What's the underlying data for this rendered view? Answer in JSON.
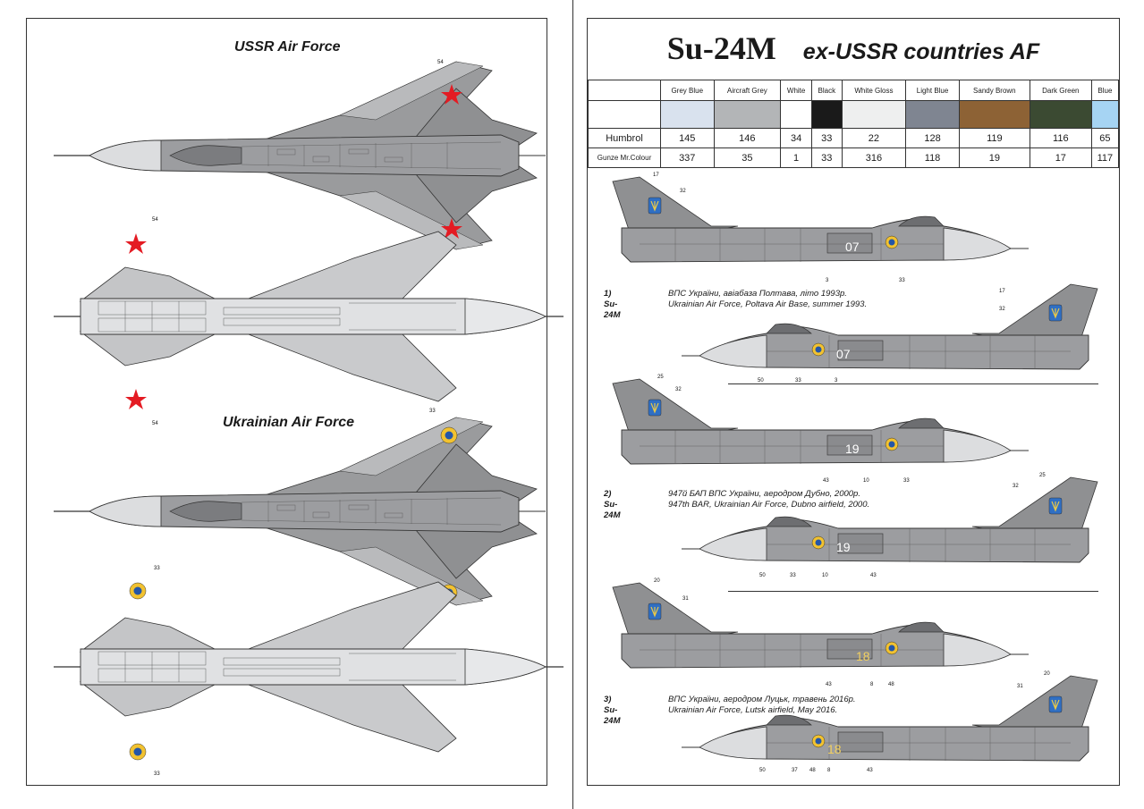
{
  "left_sheet": {
    "ussr_title": "USSR Air Force",
    "ukr_title": "Ukrainian Air Force",
    "callouts": {
      "ussr_top_wing_a": "54",
      "ussr_top_wing_b": "54",
      "ussr_bottom_wing_a": "54",
      "ussr_bottom_wing_b": "54",
      "ukr_top_wing_a": "33",
      "ukr_top_wing_b": "33",
      "ukr_bottom_wing_a": "33",
      "ukr_bottom_wing_b": "33"
    }
  },
  "right_sheet": {
    "title_model": "Su-24M",
    "title_subject": "ex-USSR countries AF",
    "palette": {
      "colors": [
        {
          "name": "Grey Blue",
          "hex": "#d9e2ee",
          "humbrol": "145",
          "gunze": "337"
        },
        {
          "name": "Aircraft Grey",
          "hex": "#b3b5b7",
          "humbrol": "146",
          "gunze": "35"
        },
        {
          "name": "White",
          "hex": "#ffffff",
          "humbrol": "34",
          "gunze": "1"
        },
        {
          "name": "Black",
          "hex": "#1a1a1a",
          "humbrol": "33",
          "gunze": "33"
        },
        {
          "name": "White Gloss",
          "hex": "#eeefef",
          "humbrol": "22",
          "gunze": "316"
        },
        {
          "name": "Light Blue",
          "hex": "#7f8591",
          "humbrol": "128",
          "gunze": "118"
        },
        {
          "name": "Sandy Brown",
          "hex": "#8d6235",
          "humbrol": "119",
          "gunze": "19"
        },
        {
          "name": "Dark Green",
          "hex": "#3b4a32",
          "humbrol": "116",
          "gunze": "17"
        },
        {
          "name": "Blue",
          "hex": "#a6d4f3",
          "humbrol": "65",
          "gunze": "117"
        }
      ],
      "row_labels": {
        "humbrol": "Humbrol",
        "gunze": "Gunze Mr.Colour"
      }
    },
    "profiles": [
      {
        "lead": "1) Su-24M",
        "line1": "ВПС України, авіабаза Полтава, літо 1993р.",
        "line2": "Ukrainian Air Force, Poltava Air Base, summer 1993.",
        "tail_number": "07",
        "callouts": {
          "a1": "17",
          "a2": "32",
          "a3": "3",
          "a4": "33",
          "b1": "17",
          "b2": "32",
          "b3": "50",
          "b4": "33",
          "b5": "3"
        }
      },
      {
        "lead": "2) Su-24M",
        "line1": "947й БАП ВПС України, аеродром Дубно, 2000р.",
        "line2": "947th BAR, Ukrainian Air Force, Dubno airfield, 2000.",
        "tail_number": "19",
        "callouts": {
          "a1": "25",
          "a2": "32",
          "a3": "43",
          "a4": "10",
          "a5": "33",
          "b1": "25",
          "b2": "32",
          "b3": "50",
          "b4": "33",
          "b5": "10",
          "b6": "43"
        }
      },
      {
        "lead": "3) Su-24M",
        "line1": "ВПС України, аеродром Луцьк, травень 2016р.",
        "line2": "Ukrainian Air Force, Lutsk airfield, May 2016.",
        "tail_number": "18",
        "callouts": {
          "a1": "20",
          "a2": "31",
          "a3": "43",
          "a4": "8",
          "a5": "48",
          "b1": "20",
          "b2": "31",
          "b3": "50",
          "b4": "37",
          "b5": "48",
          "b6": "8",
          "b7": "43"
        }
      }
    ]
  }
}
